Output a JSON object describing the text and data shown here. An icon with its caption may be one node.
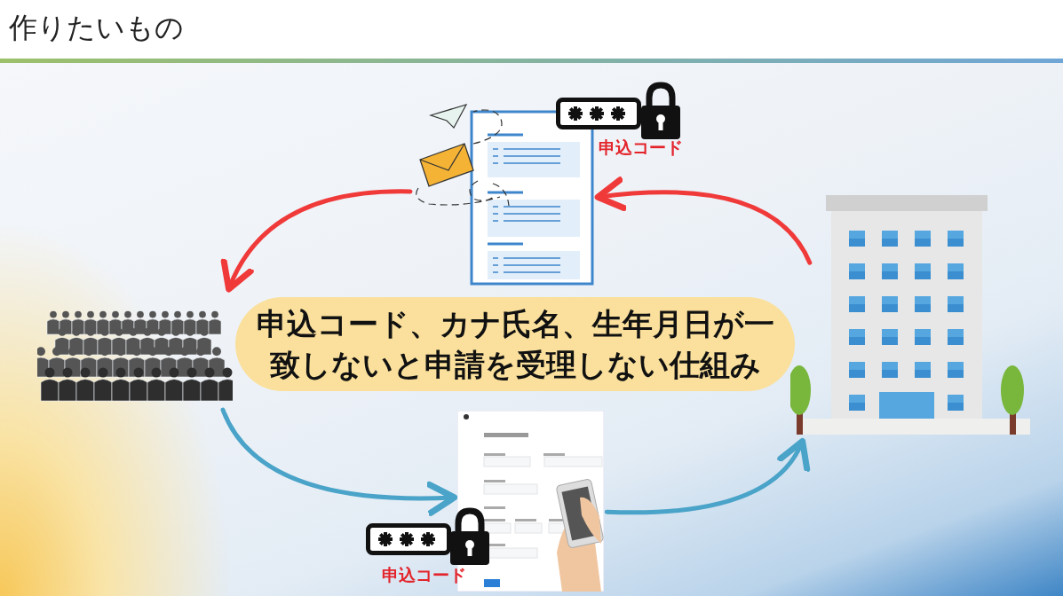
{
  "diagram": {
    "title": "作りたいもの",
    "nodes": [
      {
        "text": [],
        "shape": "person"
      },
      {
        "text": [],
        "shape": "picture"
      },
      {
        "text": [],
        "shape": "picture"
      },
      {
        "text": [],
        "shape": "picture"
      },
      {
        "text": [
          "申込コード、カナ氏名、生年月日が一致しないと申請を受理しない仕組み"
        ]
      }
    ],
    "edges": [
      {
        "from": 2,
        "to": 1,
        "arrow": "to",
        "color": "#f03a3a"
      },
      {
        "from": 1,
        "to": 0,
        "arrow": "to",
        "color": "#f03a3a"
      },
      {
        "from": 0,
        "to": 3,
        "arrow": "to",
        "color": "#4aa3c8"
      },
      {
        "from": 3,
        "to": 2,
        "arrow": "to",
        "color": "#4aa3c8"
      }
    ],
    "labels": [
      "申込コード",
      "申込コード"
    ]
  }
}
